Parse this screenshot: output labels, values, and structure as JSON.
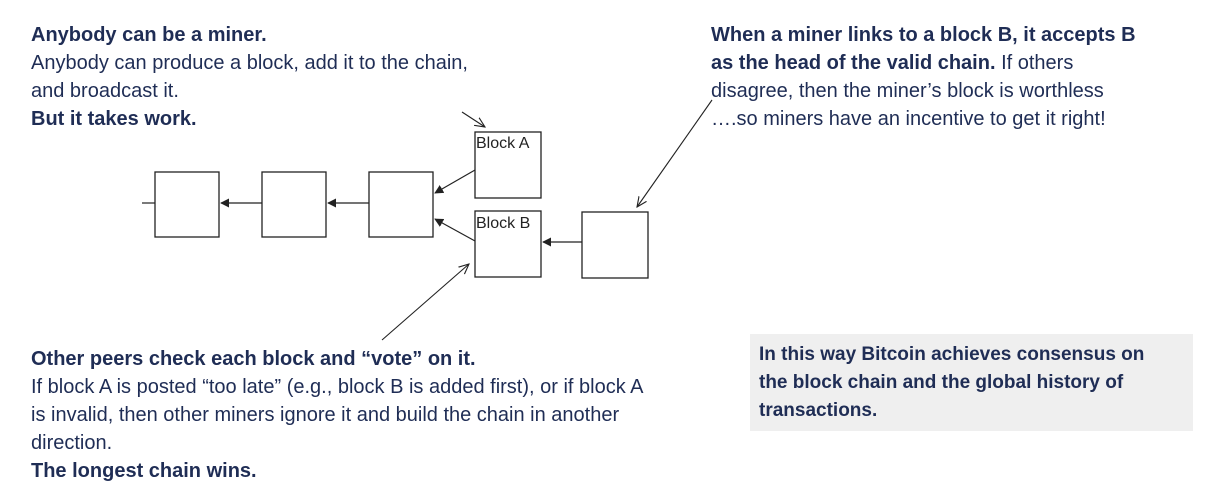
{
  "top_left": {
    "heading": "Anybody can be a miner.",
    "line1": "Anybody can produce a block, add it to the chain,",
    "line2": "and broadcast it.",
    "emphasis": "But it takes work."
  },
  "top_right": {
    "line1": "When a miner links to a block B, it accepts B",
    "line2_bold": "as the head of the valid chain.",
    "line2_rest": " If others",
    "line3": "disagree, then the miner’s block is worthless",
    "line4": "….so miners have an incentive to get it right!"
  },
  "bottom_left": {
    "heading": "Other peers check each block and “vote” on it.",
    "line1": "If block A is posted “too late” (e.g., block B is added first), or if block A",
    "line2": "is invalid, then other miners ignore it and build the chain in another",
    "line3": "direction.",
    "emphasis": "The longest chain wins."
  },
  "callout": {
    "line1": "In this way Bitcoin achieves consensus on",
    "line2": "the block chain and the global history of",
    "line3": "transactions."
  },
  "diagram": {
    "block_a_label": "Block A",
    "block_b_label": "Block B"
  }
}
